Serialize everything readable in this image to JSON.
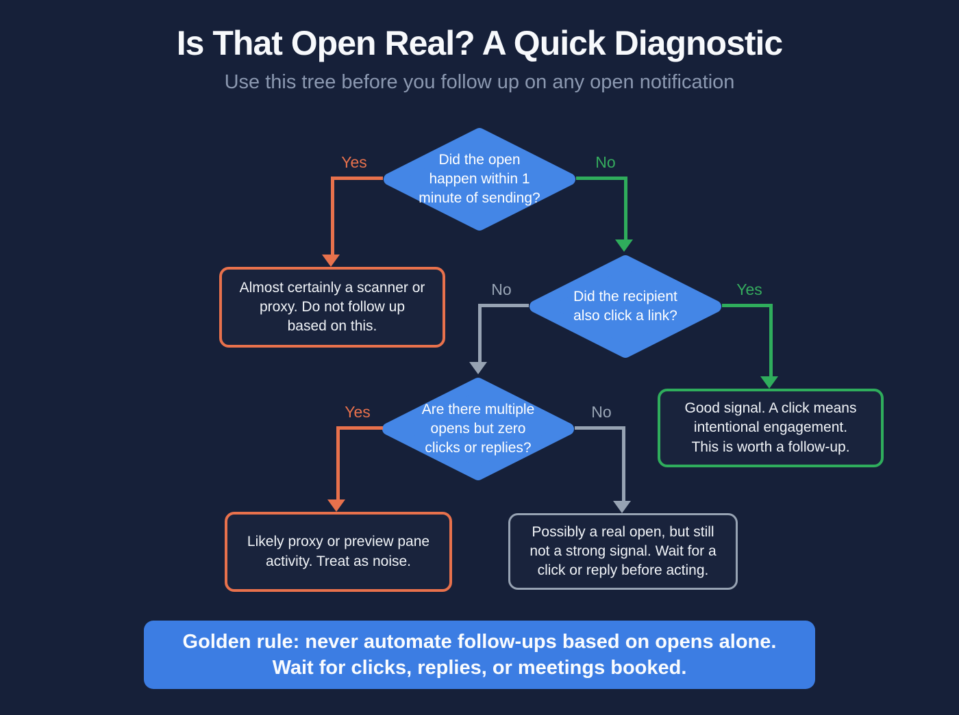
{
  "header": {
    "title": "Is That Open Real? A Quick Diagnostic",
    "subtitle": "Use this tree before you follow up on any open notification"
  },
  "flowchart": {
    "decisions": [
      {
        "id": "open-timing",
        "text": "Did the open\nhappen within 1\nminute of sending?"
      },
      {
        "id": "click-link",
        "text": "Did the recipient\nalso click a link?"
      },
      {
        "id": "multiple-opens",
        "text": "Are there multiple\nopens but zero\nclicks or replies?"
      }
    ],
    "outcomes": [
      {
        "id": "scanner-proxy",
        "tone": "orange",
        "text": "Almost certainly a scanner or\nproxy. Do not follow up\nbased on this."
      },
      {
        "id": "good-signal",
        "tone": "green",
        "text": "Good signal. A click means\nintentional engagement.\nThis is worth a follow-up."
      },
      {
        "id": "proxy-noise",
        "tone": "orange",
        "text": "Likely proxy or preview pane\nactivity. Treat as noise."
      },
      {
        "id": "weak-open",
        "tone": "gray",
        "text": "Possibly a real open, but still\nnot a strong signal. Wait for a\nclick or reply before acting."
      }
    ],
    "labels": {
      "d1_yes": "Yes",
      "d1_no": "No",
      "d2_no": "No",
      "d2_yes": "Yes",
      "d3_yes": "Yes",
      "d3_no": "No"
    }
  },
  "banner": {
    "text": "Golden rule: never automate follow-ups based on opens alone.\nWait for clicks, replies, or meetings booked."
  },
  "palette": {
    "background": "#162039",
    "diamond_blue": "#4486e6",
    "banner_blue": "#3c7de3",
    "branch_orange": "#e8714c",
    "branch_green": "#2fad5c",
    "branch_gray": "#97a3b3",
    "title_white": "#f7f9fc",
    "subtitle_gray": "#8c99b1"
  }
}
